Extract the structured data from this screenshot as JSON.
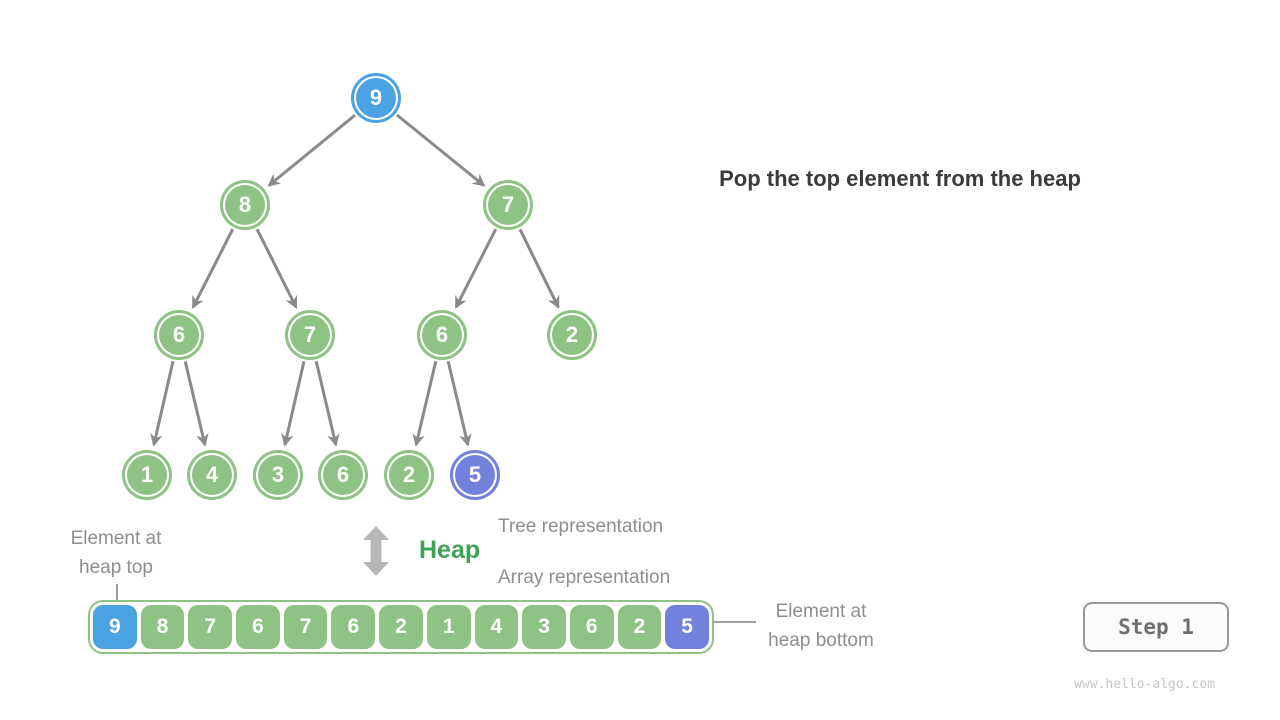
{
  "title": "Pop the top element from the heap",
  "colors": {
    "node_top": "#4ca3e4",
    "node_normal": "#8fc385",
    "node_bottom": "#7181dc",
    "edge": "#8a8a8a"
  },
  "tree": {
    "nodes": [
      {
        "value": "9",
        "role": "top"
      },
      {
        "value": "8",
        "role": "normal"
      },
      {
        "value": "7",
        "role": "normal"
      },
      {
        "value": "6",
        "role": "normal"
      },
      {
        "value": "7",
        "role": "normal"
      },
      {
        "value": "6",
        "role": "normal"
      },
      {
        "value": "2",
        "role": "normal"
      },
      {
        "value": "1",
        "role": "normal"
      },
      {
        "value": "4",
        "role": "normal"
      },
      {
        "value": "3",
        "role": "normal"
      },
      {
        "value": "6",
        "role": "normal"
      },
      {
        "value": "2",
        "role": "normal"
      },
      {
        "value": "5",
        "role": "bottom"
      }
    ],
    "edges": [
      [
        0,
        1
      ],
      [
        0,
        2
      ],
      [
        1,
        3
      ],
      [
        1,
        4
      ],
      [
        2,
        5
      ],
      [
        2,
        6
      ],
      [
        3,
        7
      ],
      [
        3,
        8
      ],
      [
        4,
        9
      ],
      [
        4,
        10
      ],
      [
        5,
        11
      ],
      [
        5,
        12
      ]
    ]
  },
  "heap_label": "Heap",
  "representation_labels": {
    "tree": "Tree representation",
    "array": "Array representation"
  },
  "array": {
    "values": [
      "9",
      "8",
      "7",
      "6",
      "7",
      "6",
      "2",
      "1",
      "4",
      "3",
      "6",
      "2",
      "5"
    ],
    "roles": [
      "top",
      "normal",
      "normal",
      "normal",
      "normal",
      "normal",
      "normal",
      "normal",
      "normal",
      "normal",
      "normal",
      "normal",
      "bottom"
    ]
  },
  "annotations": {
    "heap_top": "Element at\nheap top",
    "heap_bottom": "Element at\nheap bottom"
  },
  "step_badge": "Step 1",
  "watermark": "www.hello-algo.com"
}
